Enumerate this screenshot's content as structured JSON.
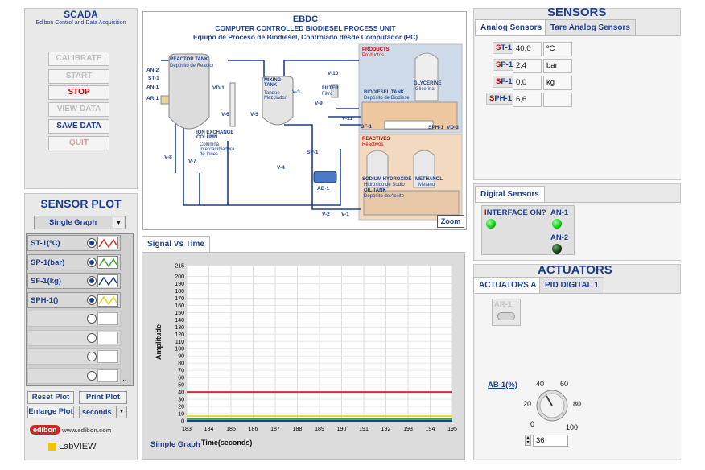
{
  "scada": {
    "title": "SCADA",
    "subtitle": "Edibon Control and Data Acquisition",
    "buttons": [
      "CALIBRATE",
      "START",
      "STOP",
      "VIEW DATA",
      "SAVE DATA",
      "QUIT"
    ]
  },
  "sensor_plot": {
    "title": "SENSOR PLOT",
    "mode": "Single Graph",
    "rows": [
      {
        "label": "ST-1(ºC)",
        "wave_color": "#d03030"
      },
      {
        "label": "SP-1(bar)",
        "wave_color": "#3aa33a"
      },
      {
        "label": "SF-1(kg)",
        "wave_color": "#1d3f8f"
      },
      {
        "label": "SPH-1()",
        "wave_color": "#e0d020"
      }
    ],
    "reset": "Reset Plot",
    "print": "Print Plot",
    "enlarge": "Enlarge Plot",
    "units": "seconds"
  },
  "branding": {
    "website": "www.edibon.com",
    "edibon": "edibon",
    "labview": "LabVIEW"
  },
  "diagram": {
    "title": "EBDC",
    "subtitle": "COMPUTER CONTROLLED BIODIESEL PROCESS UNIT",
    "subtitle_es": "Equipo de Proceso de Biodiésel, Controlado desde Computador (PC)",
    "labels": {
      "reactor": "REACTOR TANK",
      "reactor_es": "Depósito de Reactor",
      "mixing": "MIXING TANK",
      "mixing_es": "Tanque Mezclador",
      "ion": "ION EXCHANGE COLUMN",
      "ion_es": "Columna Intercambiadora de Iones",
      "filter": "FILTER",
      "filter_es": "Filtro",
      "products": "PRODUCTS",
      "products_es": "Productos",
      "glycerine": "GLYCERINE",
      "glycerine_es": "Glicerina",
      "biodiesel": "BIODIESEL TANK",
      "biodiesel_es": "Depósito de Biodiesel",
      "reactives": "REACTIVES",
      "reactives_es": "Reactivos",
      "sodium": "SODIUM HYDROXIDE",
      "sodium_es": "Hidróxido de Sodio",
      "methanol": "METHANOL",
      "methanol_es": "Metanol",
      "oil": "OIL TANK",
      "oil_es": "Depósito de Aceite"
    },
    "tags": [
      "AN-2",
      "ST-1",
      "AN-1",
      "AR-1",
      "VD-1",
      "V-6",
      "V-5",
      "V-3",
      "V-10",
      "V-9",
      "V-11",
      "SF-1",
      "SPH-1",
      "VD-3",
      "SP-1",
      "V-8",
      "V-7",
      "V-4",
      "AB-1",
      "V-2",
      "V-1"
    ],
    "zoom": "Zoom"
  },
  "graph": {
    "tab": "Signal Vs Time",
    "ylabel": "Amplitude",
    "xlabel": "Time(seconds)",
    "bottom_label": "Simple Graph"
  },
  "chart_data": {
    "type": "line",
    "xlim": [
      183,
      195
    ],
    "ylim": [
      0,
      215
    ],
    "xticks": [
      183,
      184,
      185,
      186,
      187,
      188,
      189,
      190,
      191,
      192,
      193,
      194,
      195
    ],
    "yticks": [
      0,
      10,
      20,
      30,
      40,
      50,
      60,
      70,
      80,
      90,
      100,
      110,
      120,
      130,
      140,
      150,
      160,
      170,
      180,
      190,
      200,
      215
    ],
    "series": [
      {
        "color": "#d03030",
        "values": [
          40,
          40
        ]
      },
      {
        "color": "#e6d82a",
        "values": [
          6.6,
          6.6
        ]
      },
      {
        "color": "#3aa33a",
        "values": [
          2.4,
          2.4
        ]
      },
      {
        "color": "#1d3f8f",
        "values": [
          0,
          0
        ]
      }
    ],
    "x": [
      183,
      195
    ]
  },
  "sensors": {
    "title": "SENSORS",
    "tab1": "Analog Sensors",
    "tab2": "Tare Analog Sensors",
    "rows": [
      {
        "tag_first": "S",
        "tag_rest": "T-1",
        "value": "40,0",
        "unit": "ºC"
      },
      {
        "tag_first": "S",
        "tag_rest": "P-1",
        "value": "2,4",
        "unit": "bar"
      },
      {
        "tag_first": "S",
        "tag_rest": "F-1",
        "value": "0,0",
        "unit": "kg"
      },
      {
        "tag_first": "S",
        "tag_rest": "PH-1",
        "value": "6,6",
        "unit": ""
      }
    ]
  },
  "digital": {
    "tab": "Digital Sensors",
    "interface_first": "I",
    "interface_rest": "NTERFACE ON?",
    "an1": "AN-1",
    "an2": "AN-2"
  },
  "actuators": {
    "title": "ACTUATORS",
    "tab1": "ACTUATORS A",
    "tab2": "PID DIGITAL 1",
    "ar1": "AR-1",
    "ab1": "AB-1(%)",
    "knob_ticks": [
      "0",
      "20",
      "40",
      "60",
      "80",
      "100"
    ],
    "value": "36"
  }
}
